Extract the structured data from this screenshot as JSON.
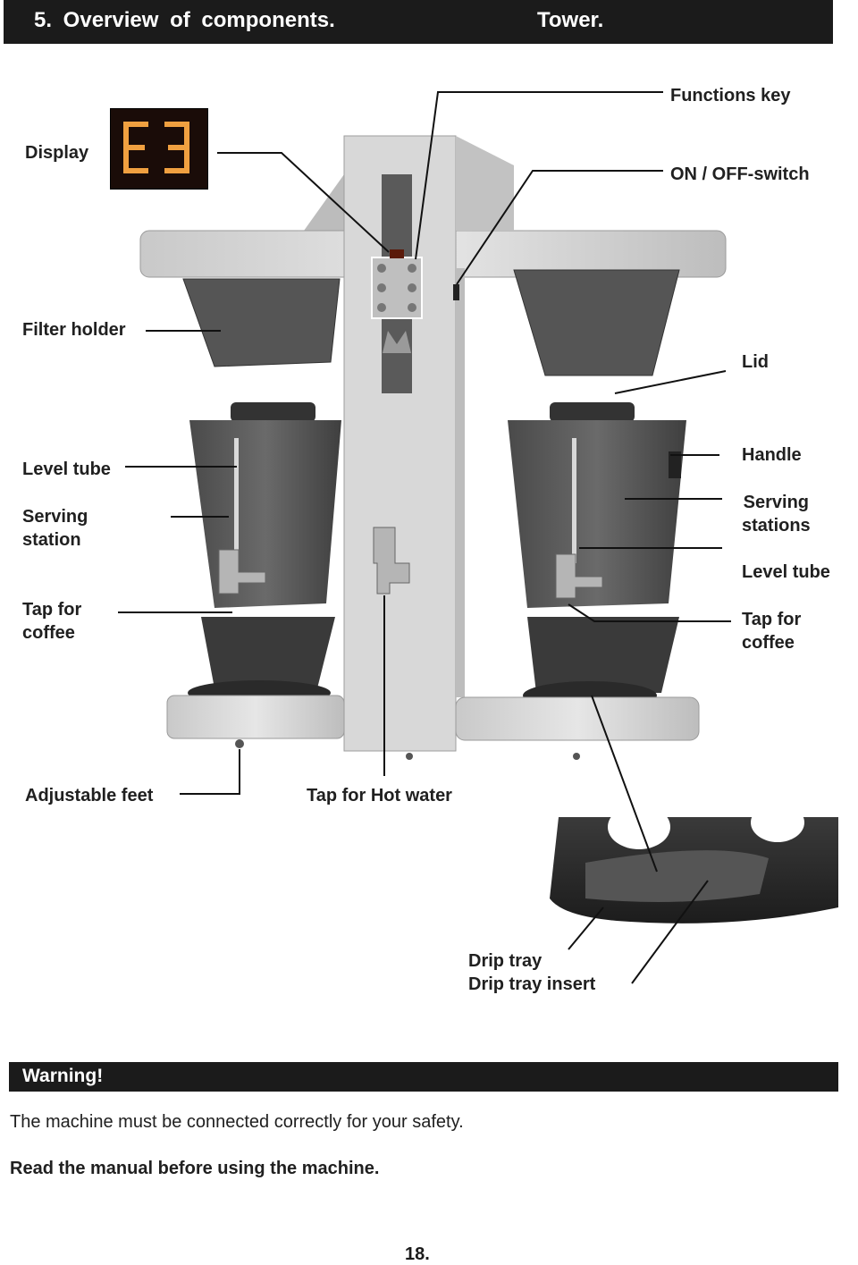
{
  "header": {
    "section": "5.   Overview  of  components.",
    "model": "Tower."
  },
  "labels": {
    "functions_key": "Functions key",
    "display": "Display",
    "on_off_switch": "ON / OFF-switch",
    "filter_holder": "Filter holder",
    "lid": "Lid",
    "level_tube_left": "Level tube",
    "handle": "Handle",
    "serving_station": "Serving\nstation",
    "serving_stations": "Serving\nstations",
    "level_tube_right": "Level tube",
    "tap_coffee_left": "Tap for\ncoffee",
    "tap_coffee_right": "Tap for\ncoffee",
    "adjustable_feet": "Adjustable feet",
    "tap_hot_water": "Tap for Hot water",
    "drip_tray": "Drip tray",
    "drip_tray_insert": "Drip tray insert"
  },
  "display_readout": "E3",
  "warning": {
    "title": "Warning!",
    "line1": "The machine must be connected correctly for your safety.",
    "line2": "Read the manual before using the machine."
  },
  "page_number": "18.",
  "colors": {
    "header_bg": "#1b1b1b",
    "display_led": "#f0a040"
  }
}
